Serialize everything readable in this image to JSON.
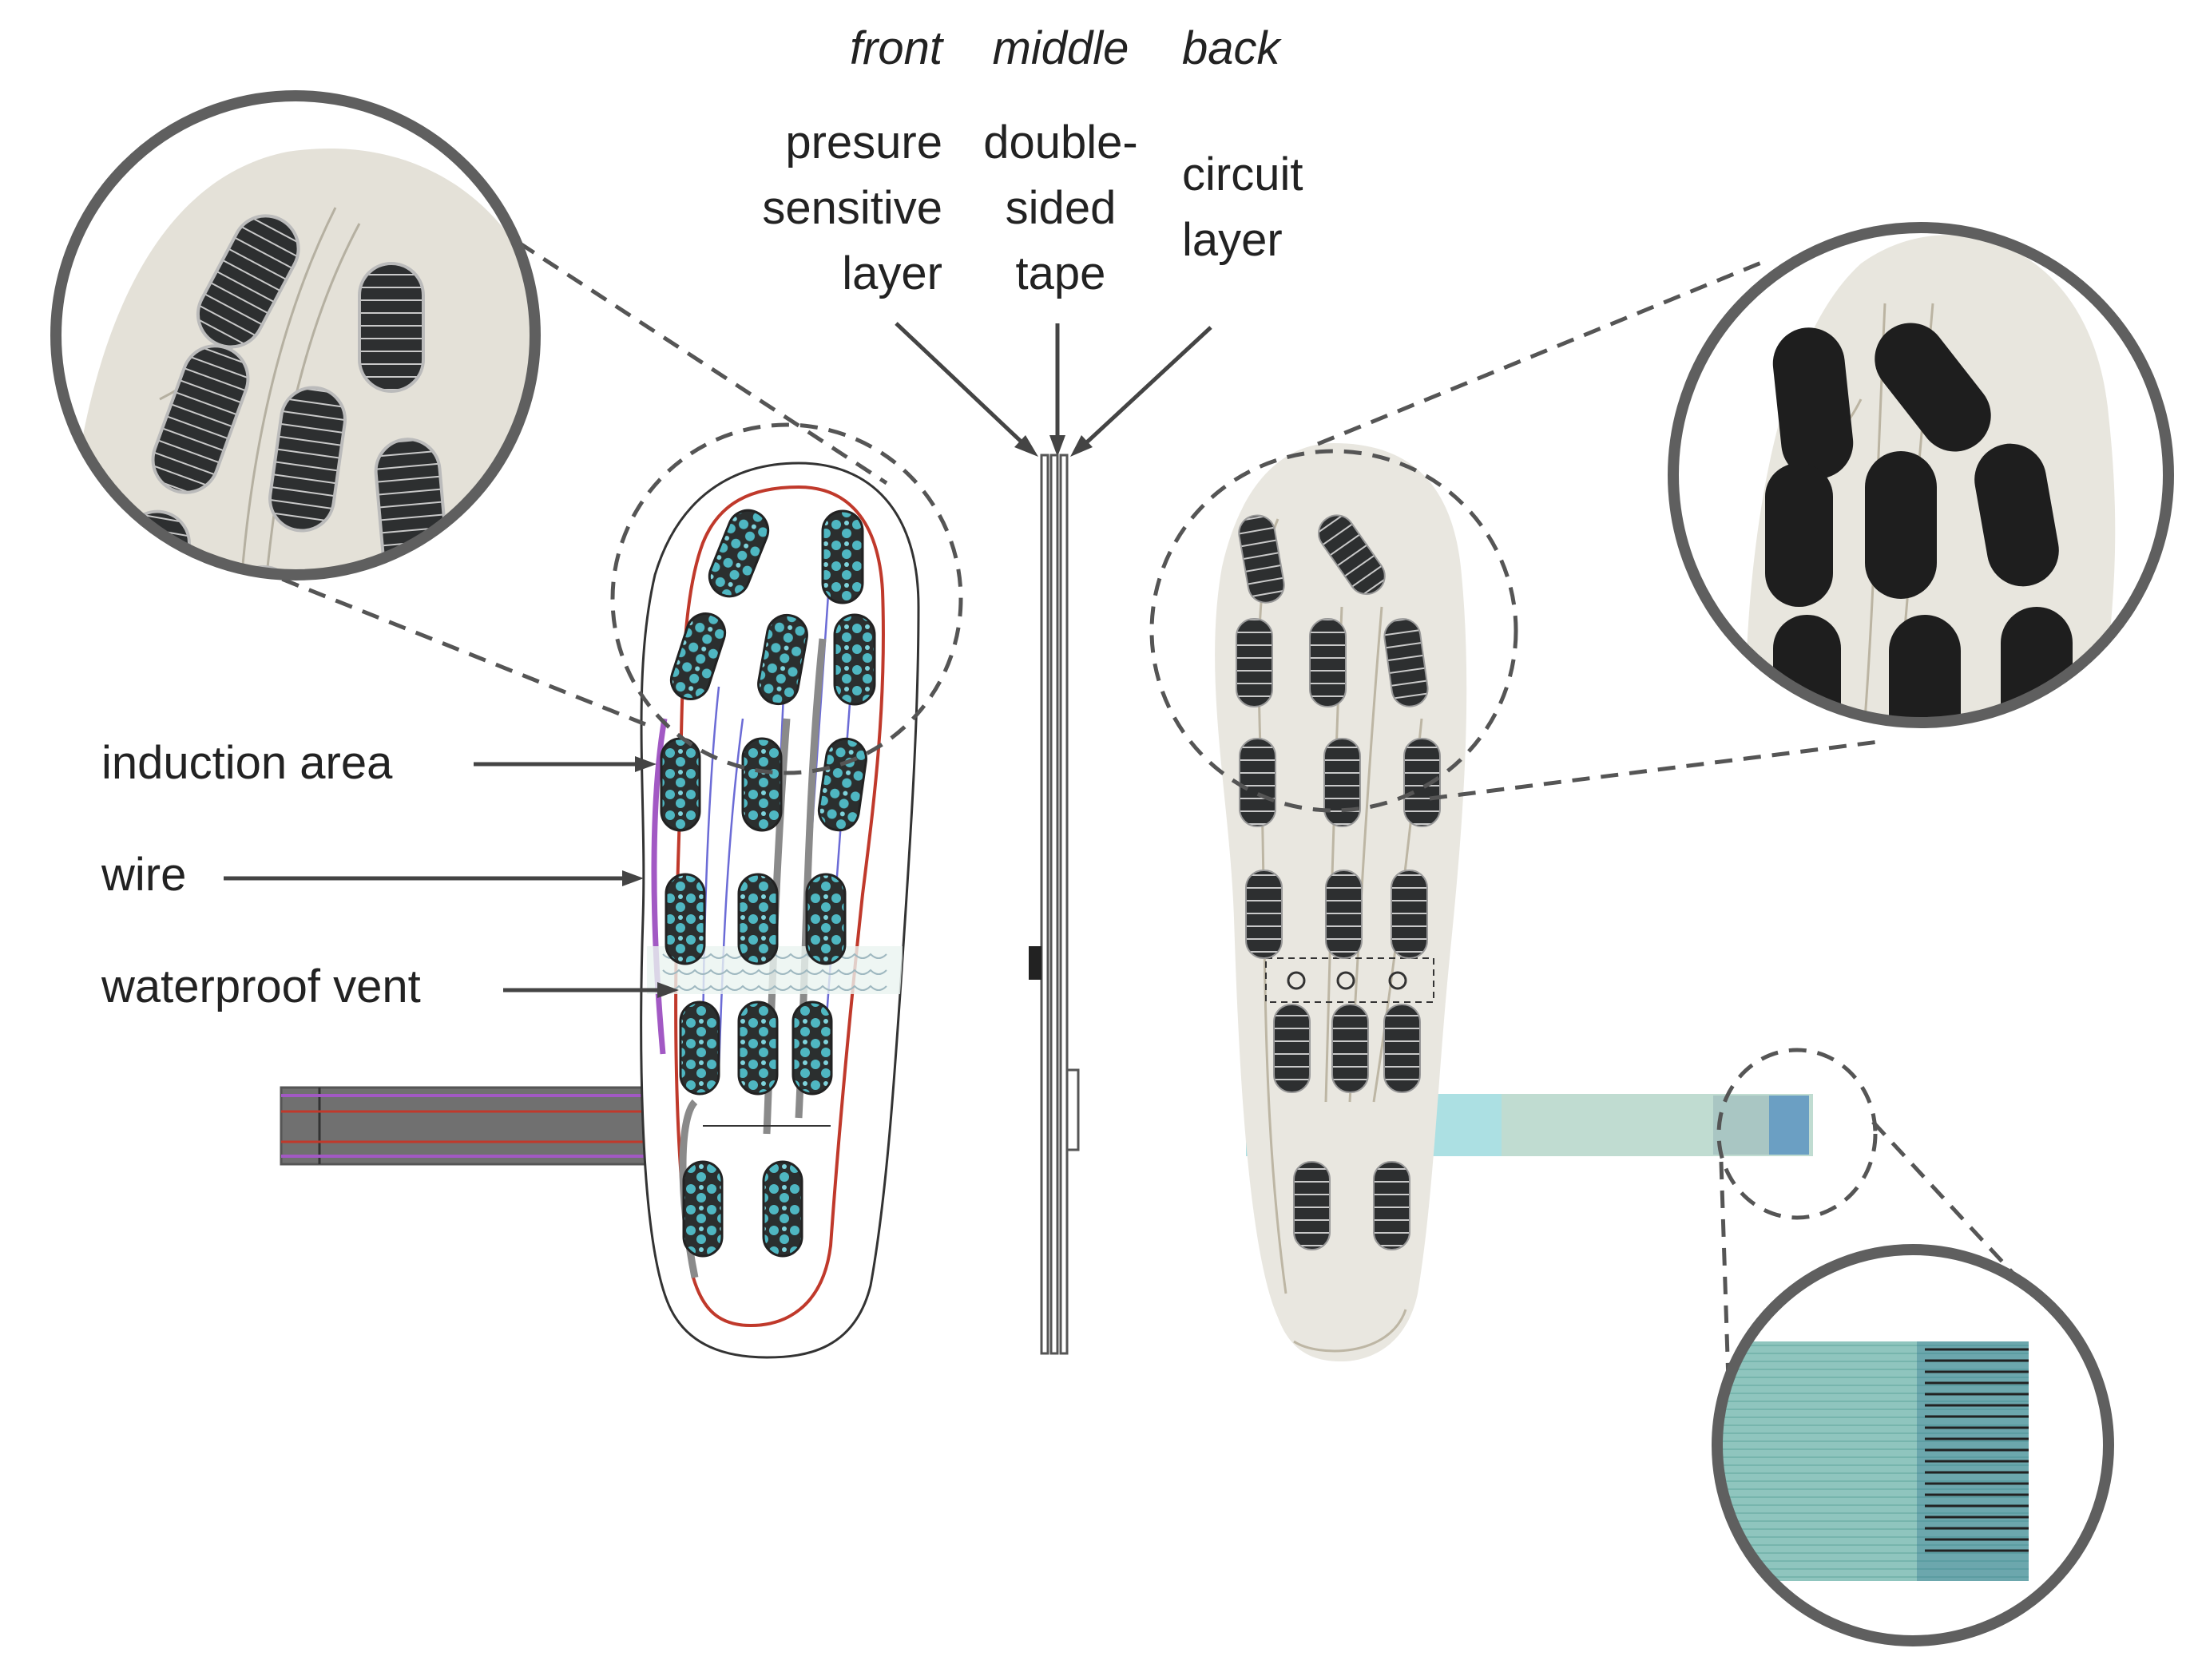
{
  "column_headers": {
    "front": "front",
    "middle": "middle",
    "back": "back"
  },
  "layers": {
    "front": [
      "presure",
      "sensitive",
      "layer"
    ],
    "middle": [
      "double-",
      "sided",
      "tape"
    ],
    "back": [
      "circuit",
      "layer"
    ]
  },
  "callouts": {
    "induction": "induction area",
    "wire": "wire",
    "vent": "waterproof vent"
  },
  "colors": {
    "outline": "#333333",
    "dashed": "#555555",
    "magnifier_ring": "#5f5f5f",
    "sensor_dark": "#2b2f2f",
    "sensor_teal": "#4fb7c2",
    "wire_red": "#c0392b",
    "wire_purple": "#a259c4",
    "wire_blue": "#6b6bd6",
    "tail_gray": "#707070",
    "tail_cyan": "#9fe3ee",
    "insole_photo": "#e9e7e0"
  }
}
